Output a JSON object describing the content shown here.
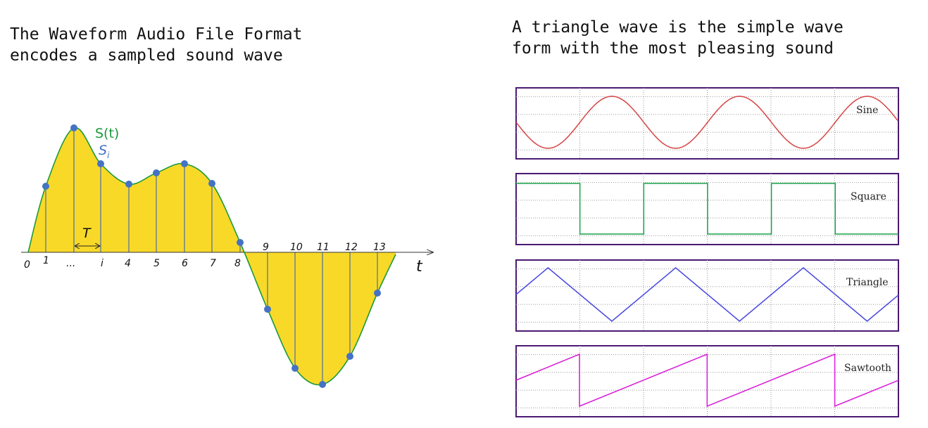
{
  "left_caption": {
    "line1": "The Waveform Audio File Format",
    "line2": "encodes a sampled sound wave"
  },
  "right_caption": {
    "line1": "A triangle wave is the simple wave",
    "line2": "form with the most pleasing sound"
  },
  "sampling": {
    "signal_label": "S(t)",
    "sample_label": "S",
    "sample_subscript": "i",
    "period_label": "T",
    "time_label": "t",
    "tick_labels_below": [
      "0",
      "1",
      "...",
      "i",
      "4",
      "5",
      "6",
      "7",
      "8"
    ],
    "tick_labels_above": [
      "9",
      "10",
      "11",
      "12",
      "13"
    ],
    "colors": {
      "fill": "#f9d928",
      "curve": "#1a9a3c",
      "sample": "#4472c4",
      "sample_line": "#4a6fa5"
    }
  },
  "waveforms": [
    {
      "label": "Sine",
      "color": "#d64545"
    },
    {
      "label": "Square",
      "color": "#1aa34a"
    },
    {
      "label": "Triangle",
      "color": "#4a4ae0"
    },
    {
      "label": "Sawtooth",
      "color": "#d81bd8"
    }
  ],
  "panel_border_color": "#4b1a72"
}
